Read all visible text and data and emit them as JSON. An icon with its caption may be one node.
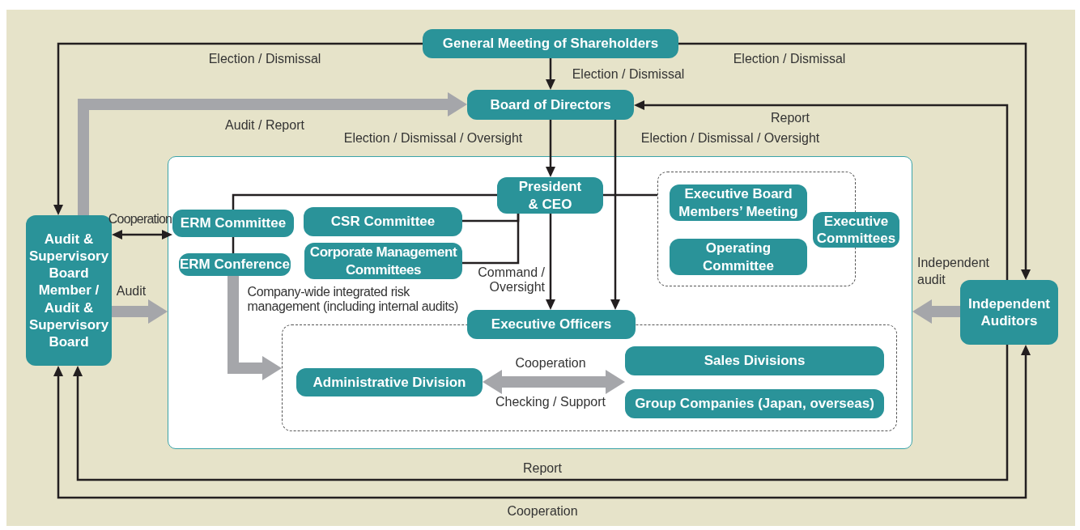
{
  "diagram": {
    "nodes": [
      {
        "text": [
          "General Meeting of Shareholders"
        ]
      },
      {
        "text": [
          "Board of Directors"
        ]
      },
      {
        "text": [
          "Audit & Supervisory Board Member / Audit & Supervisory Board"
        ]
      },
      {
        "text": [
          "Independent Auditors"
        ]
      },
      {
        "text": [],
        "shape": "box"
      },
      {
        "text": [
          "President & CEO"
        ],
        "in": 4
      },
      {
        "text": [
          "ERM Committee"
        ],
        "in": 4
      },
      {
        "text": [
          "ERM Conference"
        ],
        "in": 4
      },
      {
        "text": [
          "CSR Committee"
        ],
        "in": 4
      },
      {
        "text": [
          "Corporate Management Committees"
        ],
        "in": 4
      },
      {
        "text": [],
        "shape": "box",
        "in": 4
      },
      {
        "text": [
          "Executive Board Members’ Meeting"
        ],
        "in": 10
      },
      {
        "text": [
          "Operating Committee"
        ],
        "in": 10
      },
      {
        "text": [
          "Executive Committees"
        ],
        "in": 4
      },
      {
        "text": [
          "Executive Officers"
        ],
        "in": 4
      },
      {
        "text": [],
        "shape": "box",
        "in": 4
      },
      {
        "text": [
          "Administrative Division"
        ],
        "in": 15
      },
      {
        "text": [
          "Sales Divisions"
        ],
        "in": 15
      },
      {
        "text": [
          "Group Companies (Japan, overseas)"
        ],
        "in": 15
      }
    ],
    "edges": [
      {
        "from": 0,
        "to": 2,
        "arrow": "to",
        "label": "Election / Dismissal"
      },
      {
        "from": 0,
        "to": 3,
        "arrow": "to",
        "label": "Election / Dismissal"
      },
      {
        "from": 0,
        "to": 1,
        "arrow": "to",
        "label": "Election / Dismissal"
      },
      {
        "from": 2,
        "to": 1,
        "arrow": "to",
        "label": "Audit / Report",
        "style": "thick",
        "color": "#a5a6aa"
      },
      {
        "from": 1,
        "to": 5,
        "arrow": "to",
        "label": "Election / Dismissal / Oversight"
      },
      {
        "from": 1,
        "to": 14,
        "arrow": "to",
        "label": "Election / Dismissal / Oversight"
      },
      {
        "from": 3,
        "to": 1,
        "arrow": "to",
        "label": "Report"
      },
      {
        "from": 2,
        "to": 6,
        "arrow": "both",
        "label": "Cooperation"
      },
      {
        "from": 2,
        "to": 4,
        "arrow": "to",
        "label": "Audit",
        "style": "thick",
        "color": "#a5a6aa"
      },
      {
        "from": 3,
        "to": 4,
        "arrow": "to",
        "label": "Independent audit",
        "style": "thick",
        "color": "#a5a6aa"
      },
      {
        "from": 5,
        "to": 6,
        "arrow": "none"
      },
      {
        "from": 6,
        "to": 7,
        "arrow": "none"
      },
      {
        "from": 5,
        "to": 8,
        "arrow": "none"
      },
      {
        "from": 5,
        "to": 9,
        "arrow": "none"
      },
      {
        "from": 5,
        "to": 10,
        "arrow": "none"
      },
      {
        "from": 5,
        "to": 14,
        "arrow": "to",
        "label": "Command / Oversight"
      },
      {
        "from": 7,
        "to": 15,
        "arrow": "to",
        "label": "Company-wide integrated risk management (including internal audits)",
        "style": "thick",
        "color": "#a5a6aa"
      },
      {
        "from": 16,
        "to": 17,
        "arrow": "both",
        "label": "Cooperation",
        "style": "thick",
        "color": "#a5a6aa"
      },
      {
        "from": 16,
        "to": 18,
        "arrow": "both",
        "label": "Checking / Support",
        "style": "thick",
        "color": "#a5a6aa"
      },
      {
        "from": 3,
        "to": 2,
        "arrow": "to",
        "label": "Report"
      },
      {
        "from": 2,
        "to": 3,
        "arrow": "both",
        "label": "Cooperation"
      }
    ]
  }
}
